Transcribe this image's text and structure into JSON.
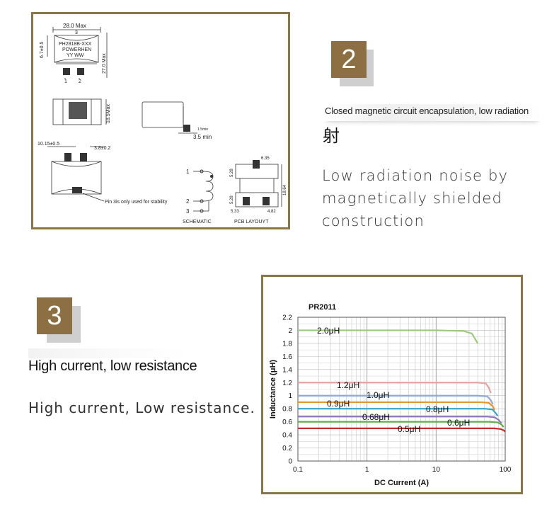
{
  "drawing": {
    "dim_width_top": "28.0 Max",
    "dim_height_side": "6.7±0.5",
    "dim_height_right": "27.0 Max",
    "dim_3_top": "3",
    "marking_line1": "PH2818B-XXX",
    "marking_line2": "POWERHEN",
    "marking_line3": "YY WW",
    "pin1": "1",
    "pin2": "2",
    "dim_body_height": "18.5Max",
    "dim_min_small": "1.5min",
    "dim_min": "3.5 min",
    "dim_pad_width": "10.15±0.5",
    "dim_pad_small": "3.8±0.2",
    "pin3_note": "Pin 3is only used for stability",
    "schem_1": "1",
    "schem_2": "2",
    "schem_3": "3",
    "schematic_label": "SCHEMATIC",
    "pcb_635": "6.35",
    "pcb_528a": "5.28",
    "pcb_1864": "18.64",
    "pcb_528b": "5.28",
    "pcb_533": "5.33",
    "pcb_482": "4.82",
    "pcb_label": "PCB LAYOUYT"
  },
  "section2": {
    "number": "2",
    "caption": "Closed magnetic circuit encapsulation, low radiation",
    "glyph": "射",
    "body": "Low radiation noise by magnetically shielded construction"
  },
  "section3": {
    "number": "3",
    "title": "High current, low resistance",
    "body": "High current, Low resistance."
  },
  "chart_data": {
    "type": "line",
    "title": "PR2011",
    "xlabel": "DC Current (A)",
    "ylabel": "Inductance (μH)",
    "x_scale": "log",
    "xlim": [
      0.1,
      100
    ],
    "ylim": [
      0,
      2.2
    ],
    "grid": true,
    "x_ticks": [
      "0.1",
      "1",
      "10",
      "100"
    ],
    "y_ticks": [
      "0",
      "0.2",
      "0.4",
      "0.6",
      "0.8",
      "1",
      "1.2",
      "1.4",
      "1.6",
      "1.8",
      "2",
      "2.2"
    ],
    "series": [
      {
        "name": "2.0μH",
        "color": "#9cc97c",
        "x": [
          0.1,
          10,
          25,
          33,
          40
        ],
        "y": [
          2.0,
          2.0,
          1.99,
          1.95,
          1.8
        ]
      },
      {
        "name": "1.2μH",
        "color": "#e8a0a0",
        "x": [
          0.1,
          40,
          52,
          58,
          62
        ],
        "y": [
          1.2,
          1.2,
          1.19,
          1.12,
          1.04
        ]
      },
      {
        "name": "1.0μH",
        "color": "#8fa8d6",
        "x": [
          0.1,
          40,
          55,
          62,
          66
        ],
        "y": [
          1.0,
          1.0,
          0.99,
          0.93,
          0.87
        ]
      },
      {
        "name": "0.9μH",
        "color": "#e8962e",
        "x": [
          0.1,
          45,
          58,
          66,
          70
        ],
        "y": [
          0.9,
          0.9,
          0.89,
          0.84,
          0.78
        ]
      },
      {
        "name": "0.8μH",
        "color": "#33a7c4",
        "x": [
          0.1,
          50,
          65,
          72,
          78
        ],
        "y": [
          0.8,
          0.8,
          0.79,
          0.74,
          0.69
        ]
      },
      {
        "name": "0.68μH",
        "color": "#9076c0",
        "x": [
          0.1,
          55,
          70,
          80,
          88
        ],
        "y": [
          0.68,
          0.68,
          0.67,
          0.63,
          0.58
        ]
      },
      {
        "name": "0.6μH",
        "color": "#5fb04a",
        "x": [
          0.1,
          60,
          78,
          88,
          95
        ],
        "y": [
          0.6,
          0.6,
          0.59,
          0.56,
          0.52
        ]
      },
      {
        "name": "0.5μH",
        "color": "#c42e2e",
        "x": [
          0.1,
          70,
          85,
          95,
          100
        ],
        "y": [
          0.5,
          0.5,
          0.49,
          0.47,
          0.45
        ]
      }
    ]
  },
  "colors": {
    "accent": "#8c7446",
    "badge": "#8c7043"
  }
}
